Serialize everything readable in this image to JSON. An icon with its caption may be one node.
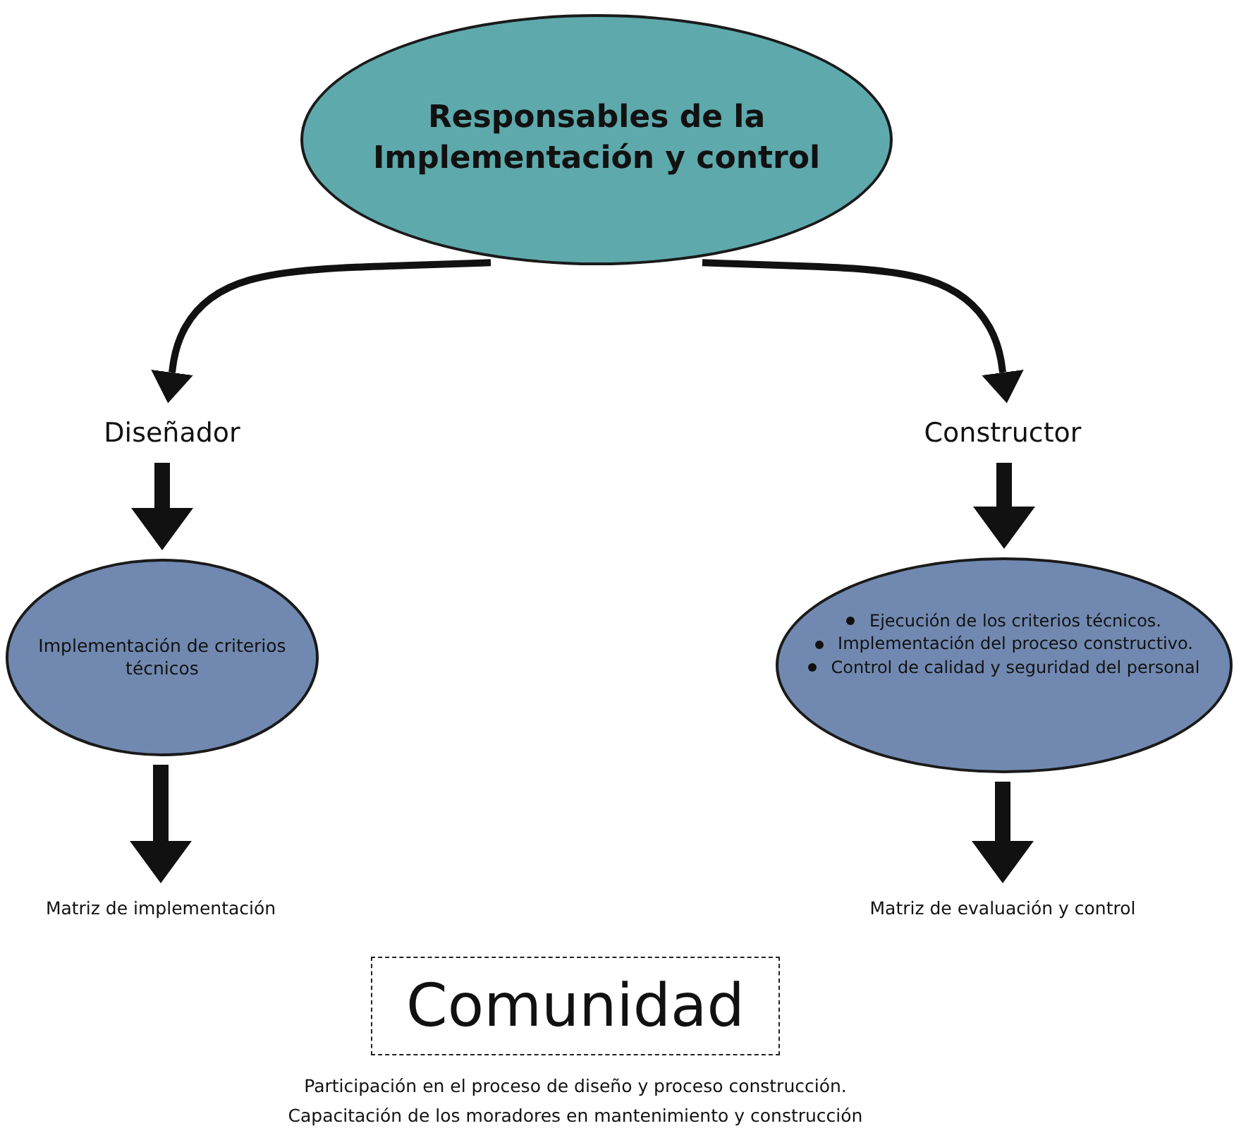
{
  "diagram": {
    "nodes": [
      {
        "text": [
          "Responsables de la Implementación y control"
        ]
      },
      {
        "text": [
          "Diseñador"
        ]
      },
      {
        "text": [
          "Constructor"
        ]
      },
      {
        "text": [
          "Implementación de criterios técnicos"
        ]
      },
      {
        "text": [
          "Ejecución de los criterios técnicos.",
          "Implementación del proceso constructivo.",
          "Control de calidad y seguridad del personal"
        ]
      },
      {
        "text": [
          "Matriz de implementación"
        ]
      },
      {
        "text": [
          "Matriz de evaluación y control"
        ]
      },
      {
        "text": [
          "Comunidad"
        ],
        "beside": [
          "Participación en el proceso de diseño y  proceso construcción.",
          "Capacitación de los moradores en mantenimiento y construcción"
        ]
      }
    ],
    "edges": [
      {
        "from": 0,
        "to": 1,
        "arrow": "to"
      },
      {
        "from": 0,
        "to": 2,
        "arrow": "to"
      },
      {
        "from": 1,
        "to": 3,
        "arrow": "to"
      },
      {
        "from": 2,
        "to": 4,
        "arrow": "to"
      },
      {
        "from": 3,
        "to": 5,
        "arrow": "to"
      },
      {
        "from": 4,
        "to": 6,
        "arrow": "to"
      }
    ]
  }
}
